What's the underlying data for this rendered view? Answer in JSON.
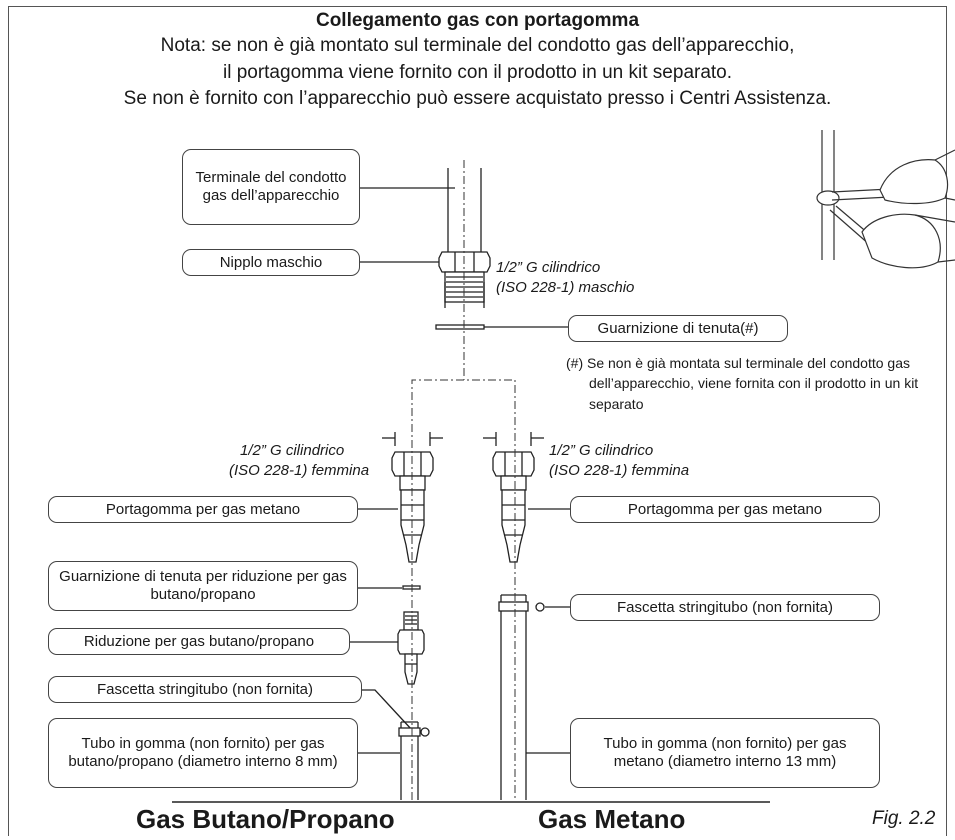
{
  "title": "Collegamento gas con portagomma",
  "note_line1": "Nota: se non è già montato sul terminale del condotto gas dell’apparecchio,",
  "note_line2": "il portagomma viene fornito con il prodotto in un kit separato.",
  "note_line3": "Se non è fornito con l’apparecchio può essere acquistato presso i Centri Assistenza.",
  "labels": {
    "terminale": "Terminale del condotto gas dell’apparecchio",
    "nipplo": "Nipplo maschio",
    "guarnizione": "Guarnizione di tenuta(#)",
    "portagomma_left": "Portagomma per gas metano",
    "portagomma_right": "Portagomma per gas metano",
    "guarnizione_riduzione": "Guarnizione di tenuta per riduzione per gas butano/propano",
    "riduzione": "Riduzione per gas butano/propano",
    "fascetta_left": "Fascetta stringitubo (non fornita)",
    "fascetta_right": "Fascetta stringitubo (non fornita)",
    "tubo_left": "Tubo in gomma (non fornito) per gas butano/propano (diametro interno 8 mm)",
    "tubo_right": "Tubo in gomma (non fornito) per gas metano (diametro interno 13 mm)"
  },
  "specs": {
    "maschio_1": "1/2” G cilindrico",
    "maschio_2": "(ISO 228-1) maschio",
    "femmina_left_1": "1/2” G cilindrico",
    "femmina_left_2": "(ISO 228-1) femmina",
    "femmina_right_1": "1/2” G cilindrico",
    "femmina_right_2": "(ISO 228-1) femmina"
  },
  "footnote": "(#) Se non è già montata sul terminale del condotto gas dell’apparecchio, viene fornita con il prodotto in un kit separato",
  "bottom_left": "Gas Butano/Propano",
  "bottom_right": "Gas Metano",
  "figure_label": "Fig. 2.2"
}
